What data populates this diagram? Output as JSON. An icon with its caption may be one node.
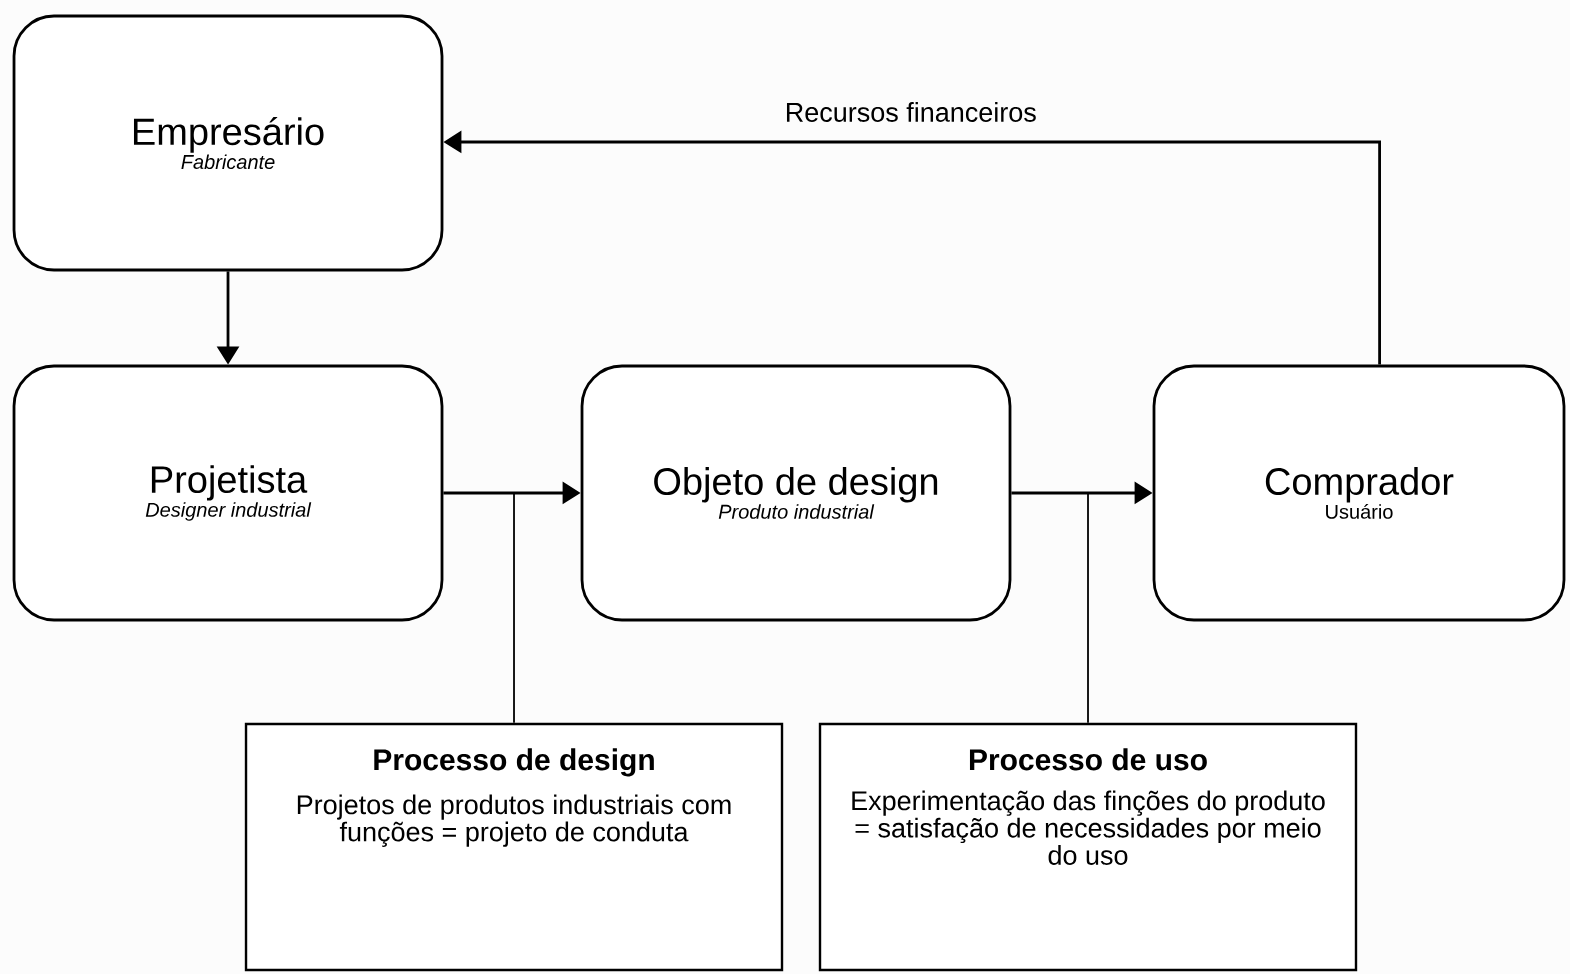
{
  "diagram": {
    "nodes": [
      {
        "text": [
          "Empresário",
          "Fabricante"
        ]
      },
      {
        "text": [
          "Projetista",
          "Designer industrial"
        ]
      },
      {
        "text": [
          "Objeto de design",
          "Produto industrial"
        ]
      },
      {
        "text": [
          "Comprador",
          "Usuário"
        ]
      },
      {
        "text": [
          "Processo de design",
          "Projetos de produtos industriais com funções = projeto de conduta"
        ]
      },
      {
        "text": [
          "Processo de uso",
          "Experimentação das finções do produto = satisfação de necessidades por meio do uso"
        ]
      }
    ],
    "edges": [
      {
        "from": 0,
        "to": 1,
        "arrow": "to"
      },
      {
        "from": 1,
        "to": 2,
        "arrow": "to"
      },
      {
        "from": 2,
        "to": 3,
        "arrow": "to"
      },
      {
        "from": 3,
        "to": 0,
        "arrow": "to",
        "label": "Recursos financeiros"
      },
      {
        "from": 4,
        "to": null,
        "arrow": "none"
      },
      {
        "from": 5,
        "to": null,
        "arrow": "none"
      }
    ]
  }
}
